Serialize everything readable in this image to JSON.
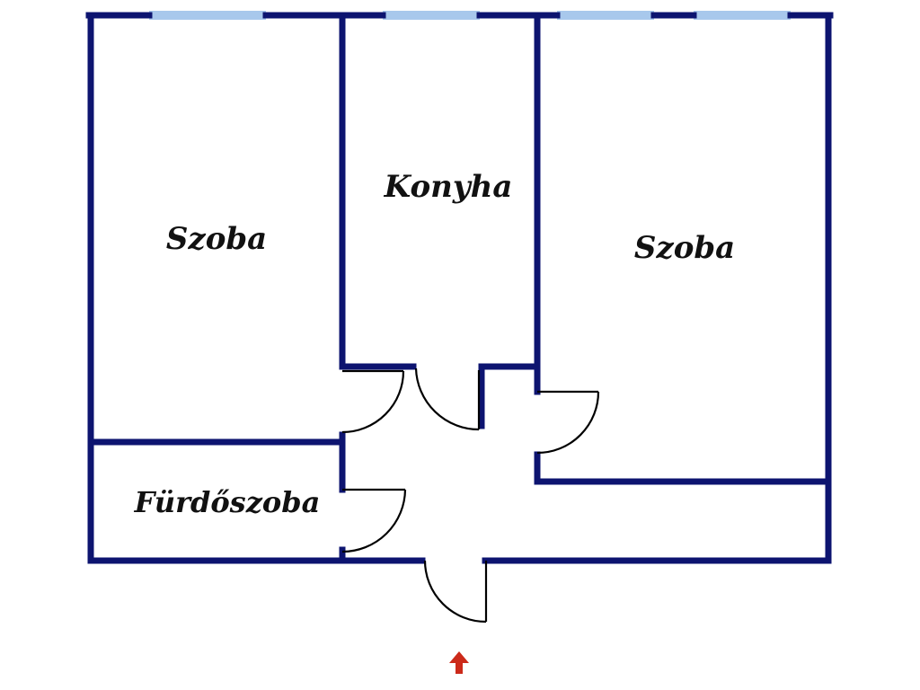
{
  "rooms": {
    "left_room": "Szoba",
    "kitchen": "Konyha",
    "right_room": "Szoba",
    "bathroom": "Fürdőszoba"
  },
  "colors": {
    "wall": "#0d1470",
    "window": "#a8c8ec",
    "door": "#000000",
    "entrance_arrow": "#cc2a1a",
    "background": "#ffffff"
  },
  "icons": {
    "entrance": "arrow-up-icon"
  }
}
